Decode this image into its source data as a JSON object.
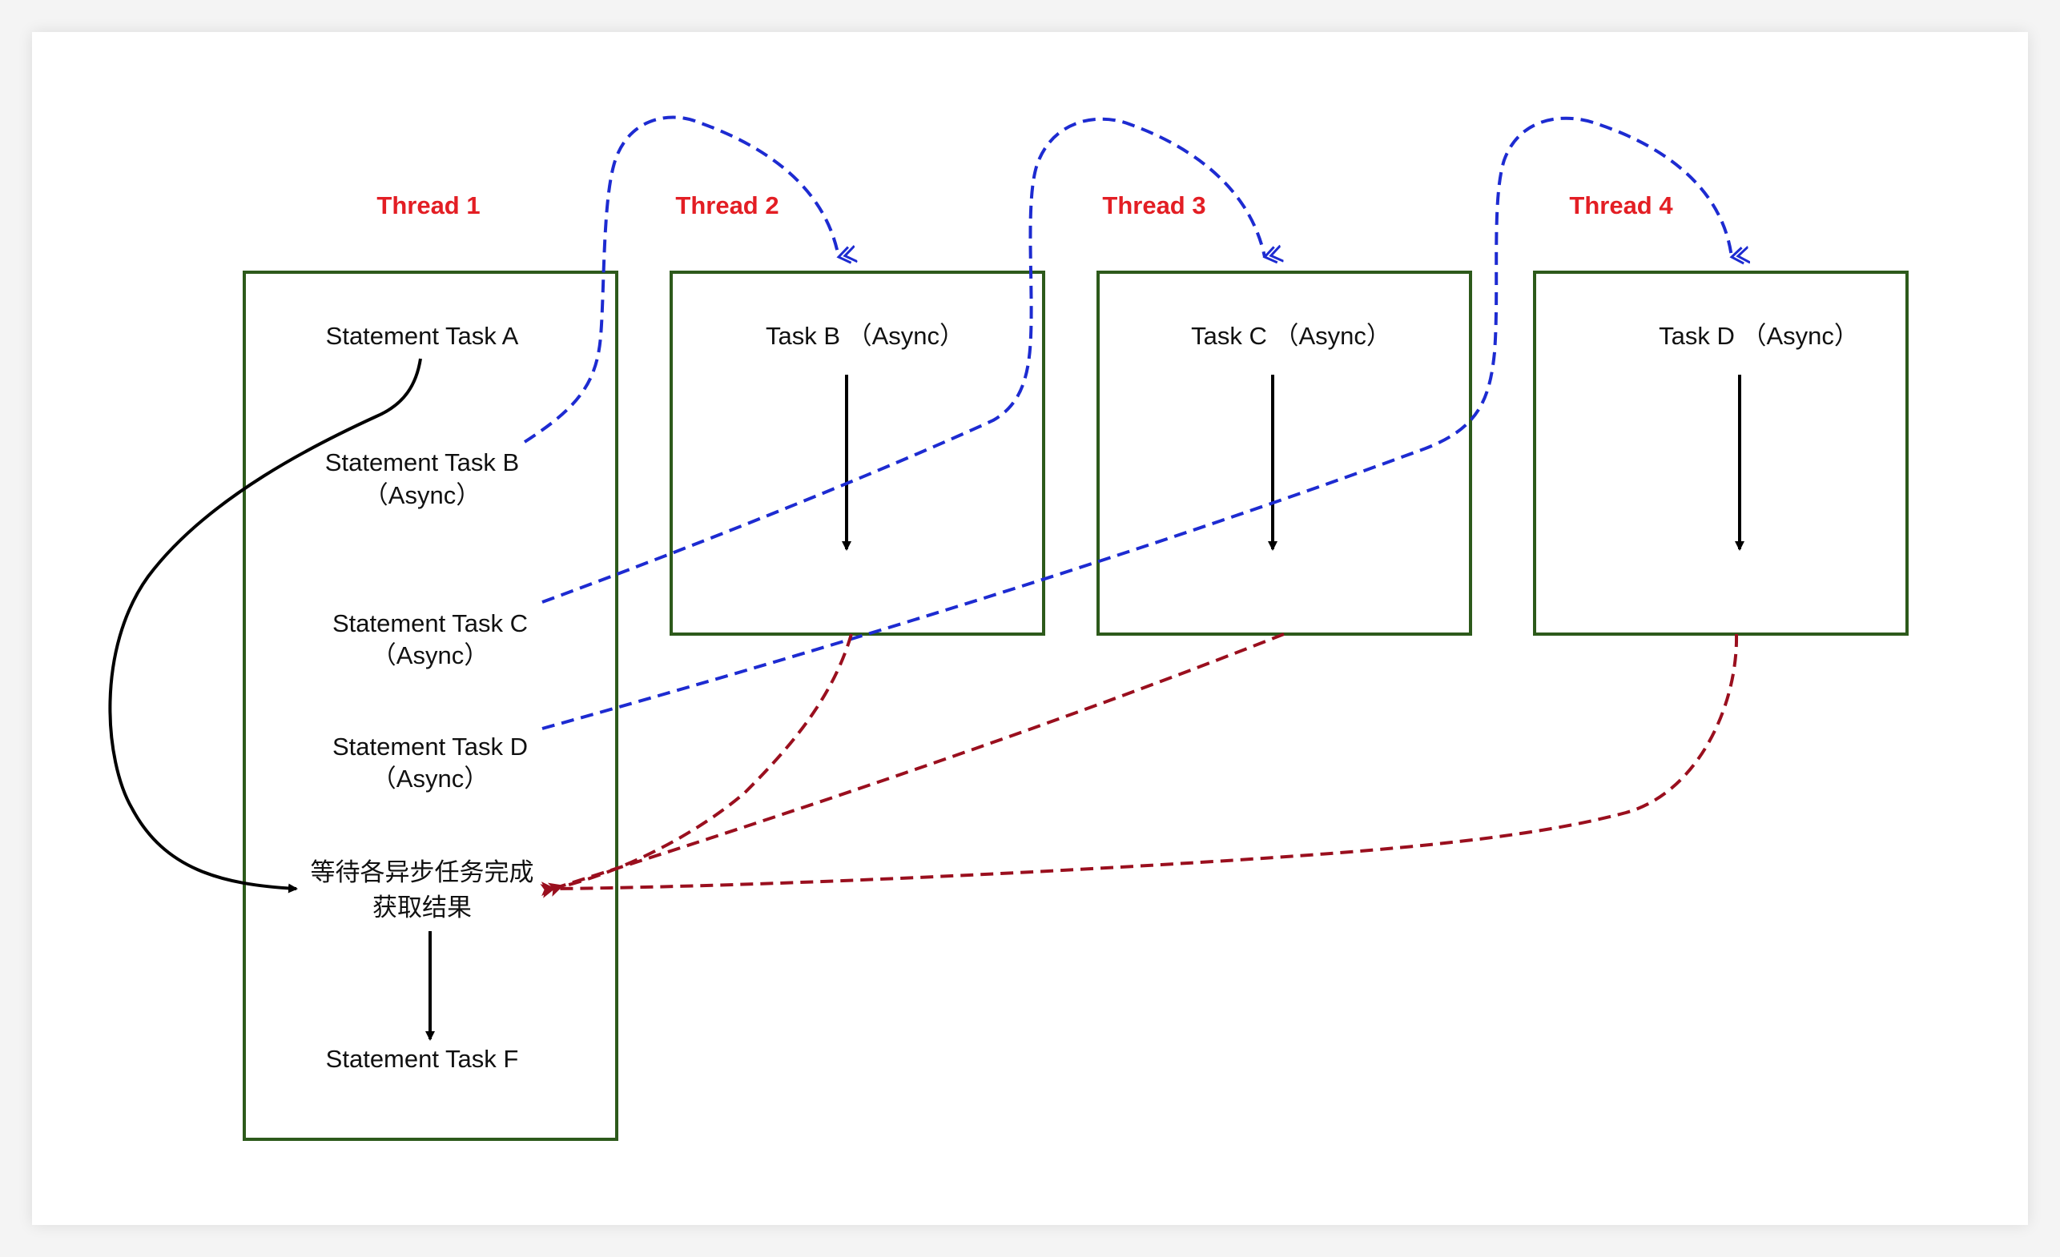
{
  "threads": [
    {
      "label": "Thread 1"
    },
    {
      "label": "Thread 2"
    },
    {
      "label": "Thread 3"
    },
    {
      "label": "Thread 4"
    }
  ],
  "thread1": {
    "task_a": "Statement Task A",
    "task_b": {
      "line1": "Statement Task B",
      "line2": "（Async）"
    },
    "task_c": {
      "line1": "Statement Task C",
      "line2": "（Async）"
    },
    "task_d": {
      "line1": "Statement Task D",
      "line2": "（Async）"
    },
    "wait": {
      "line1": "等待各异步任务完成",
      "line2": "获取结果"
    },
    "task_f": "Statement Task  F"
  },
  "async_tasks": [
    {
      "label": "Task B （Async）"
    },
    {
      "label": "Task C （Async）"
    },
    {
      "label": "Task D （Async）"
    }
  ],
  "colors": {
    "thread_label": "#e31e24",
    "box_border": "#2d5a1b",
    "dispatch_arrow": "#1d2bd1",
    "return_arrow": "#9a0f1e",
    "flow_arrow": "#000000"
  }
}
